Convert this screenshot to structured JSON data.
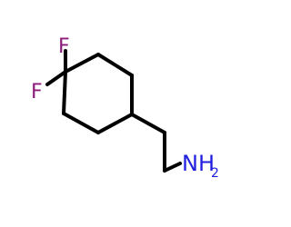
{
  "molecule": {
    "atoms": {
      "fluorine_top": "F",
      "fluorine_left": "F",
      "amine_main": "NH",
      "amine_subscript": "2"
    },
    "colors": {
      "bond": "#000000",
      "fluorine": "#8b1a7a",
      "nitrogen": "#1f1fdd"
    }
  }
}
